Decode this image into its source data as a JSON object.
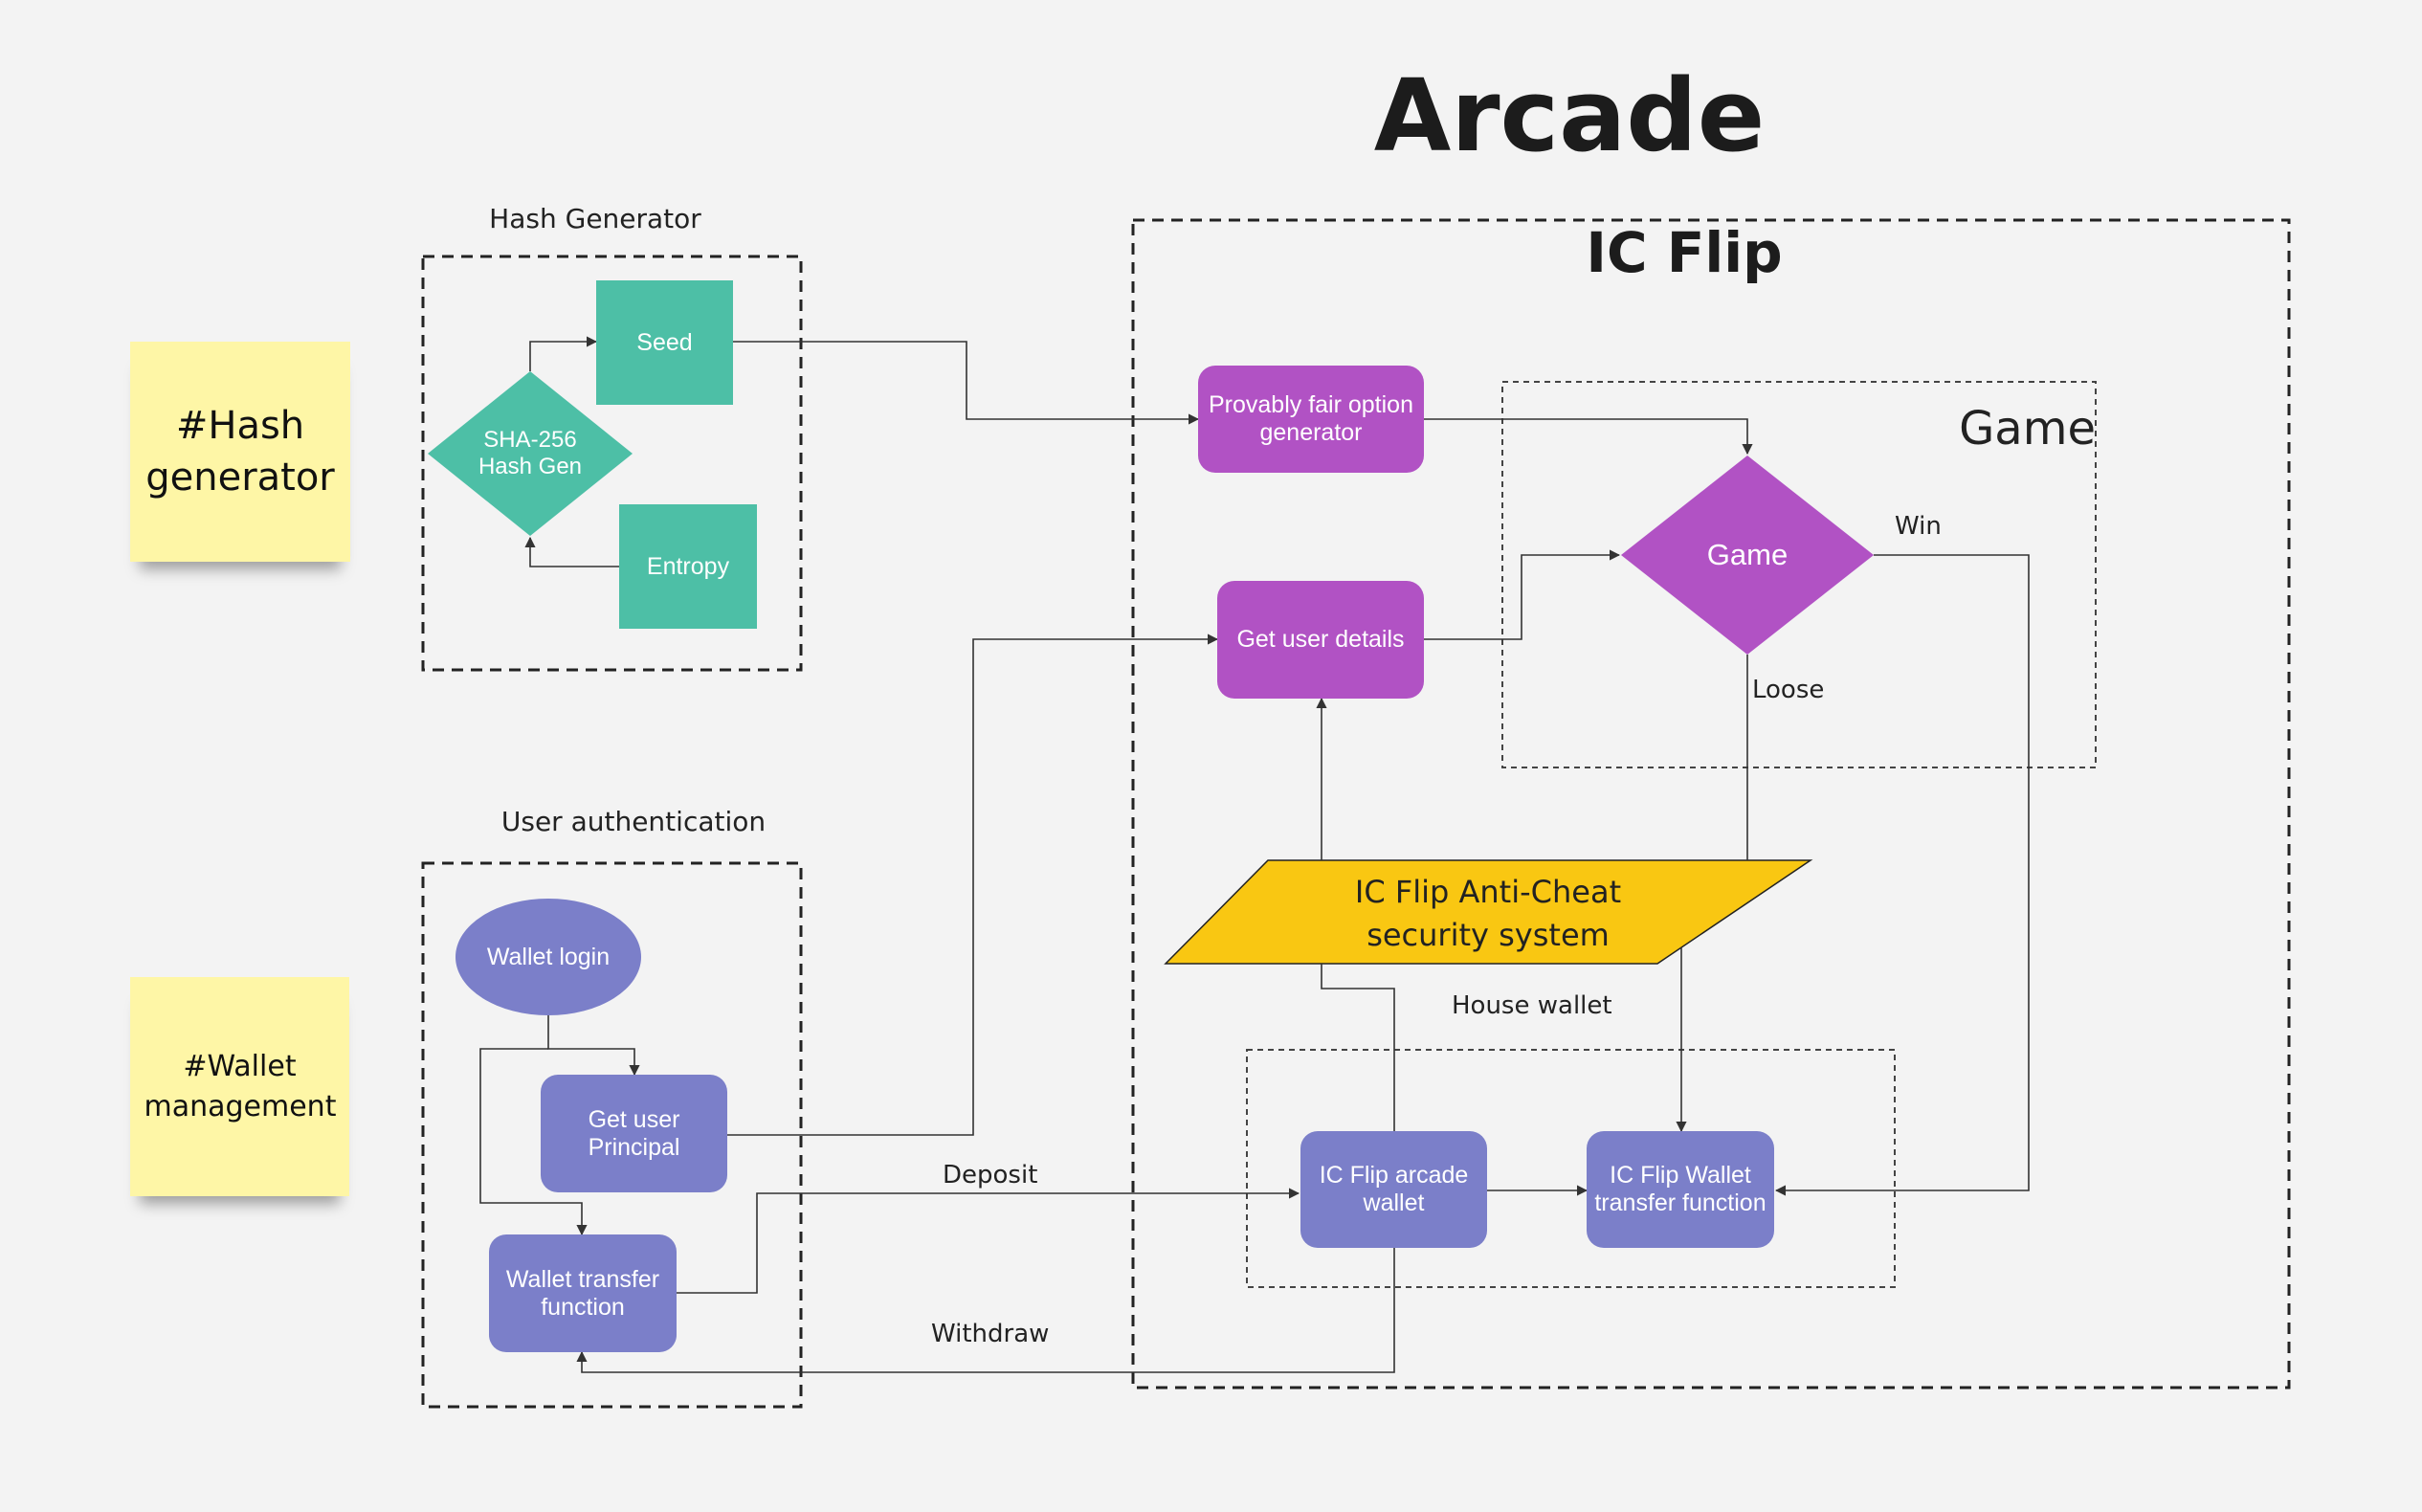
{
  "title": "Arcade",
  "frames": {
    "ic_flip": "IC Flip",
    "game_region": "Game",
    "house_wallet": "House wallet"
  },
  "groups": {
    "hash_generator": "Hash Generator",
    "user_authentication": "User authentication"
  },
  "stickies": {
    "hash": "#Hash generator",
    "wallet": "#Wallet management"
  },
  "nodes": {
    "seed": "Seed",
    "sha_hash": "SHA-256 Hash Gen",
    "entropy": "Entropy",
    "wallet_login": "Wallet login",
    "get_user_principal": "Get user Principal",
    "wallet_transfer": "Wallet transfer function",
    "provably_fair": "Provably fair option generator",
    "get_user_details": "Get user details",
    "game": "Game",
    "anti_cheat": "IC Flip Anti-Cheat security system",
    "arcade_wallet": "IC Flip arcade wallet",
    "ic_wallet_transfer": "IC Flip Wallet transfer function"
  },
  "edge_labels": {
    "win": "Win",
    "loose": "Loose",
    "deposit": "Deposit",
    "withdraw": "Withdraw"
  },
  "colors": {
    "teal": "#4dbfa6",
    "purple": "#b152c4",
    "blue": "#7b7fc9",
    "yellow": "#f9c712",
    "sticky": "#fef6a6"
  }
}
